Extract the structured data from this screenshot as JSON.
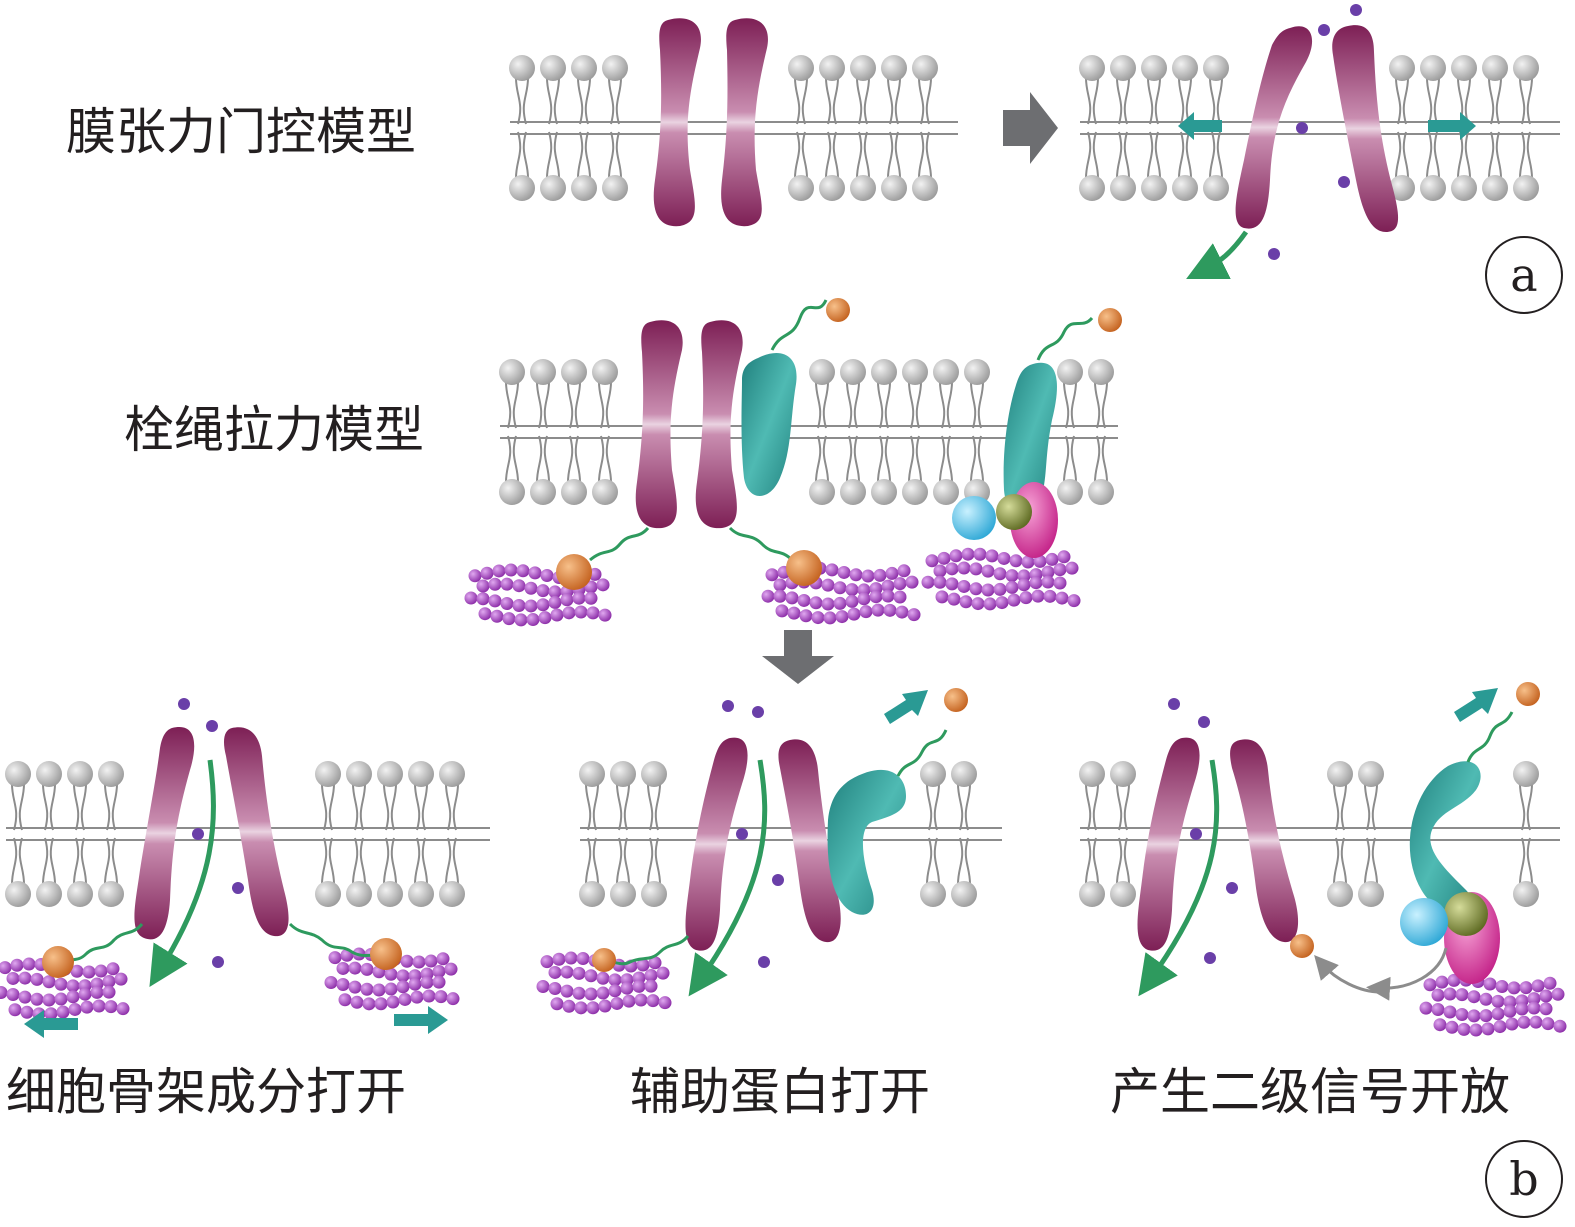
{
  "labels": {
    "membrane_tension_model": "膜张力门控模型",
    "tether_model": "栓绳拉力模型",
    "cytoskeleton_opening": "细胞骨架成分打开",
    "accessory_protein_opening": "辅助蛋白打开",
    "second_messenger_opening": "产生二级信号开放"
  },
  "badges": {
    "a": "a",
    "b": "b"
  },
  "colors": {
    "lipid_head": "#b3b3b3",
    "lipid_tail": "#8c8c8c",
    "channel": "#8a2a62",
    "accessory_protein": "#238a86",
    "cytoskeleton": "#9b3fb5",
    "tether_ball": "#d9782d",
    "arrow_gray": "#6d6e71",
    "arrow_teal": "#2a9a94",
    "arrow_green": "#2e9a5e",
    "ion": "#6a3fa8",
    "messenger_blue": "#4fc6e6",
    "messenger_olive": "#7d8a3a",
    "messenger_pink": "#d93aa0"
  }
}
